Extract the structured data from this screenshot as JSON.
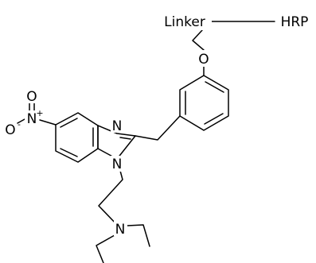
{
  "labels": {
    "linker": "Linker",
    "hrp": "HRP",
    "ether_o": "O",
    "nitro_o_top": "O",
    "nitro_o_left": "O",
    "nitro_minus": "-",
    "nitro_n": "N",
    "nitro_plus": "+",
    "imid_n3": "N",
    "imid_n1": "N",
    "amine_n": "N"
  },
  "colors": {
    "ink": "#000000",
    "background": "#ffffff"
  }
}
